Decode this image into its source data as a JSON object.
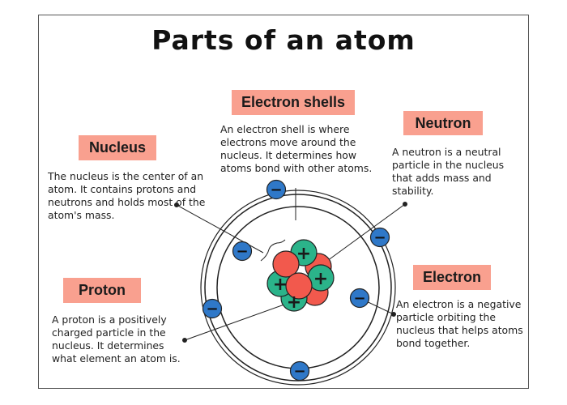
{
  "title": "Parts of an atom",
  "sections": {
    "electron_shells": {
      "label": "Electron shells",
      "description": "An electron shell is where electrons move around the nucleus. It determines how atoms bond with other atoms."
    },
    "neutron": {
      "label": "Neutron",
      "description": "A neutron is a neutral particle in the nucleus that adds mass and stability."
    },
    "nucleus": {
      "label": "Nucleus",
      "description": "The nucleus is the center of an atom. It contains protons and neutrons and holds most of the atom's mass."
    },
    "proton": {
      "label": "Proton",
      "description": "A proton is a positively charged particle in the nucleus. It determines what element an atom is."
    },
    "electron": {
      "label": "Electron",
      "description": "An electron is a negative particle orbiting the nucleus that helps atoms bond together."
    }
  },
  "symbols": {
    "plus": "+",
    "minus": "−"
  },
  "colors": {
    "label_bg": "#f9a08f",
    "proton": "#f2594d",
    "neutron": "#2bb38a",
    "electron": "#2f78c8",
    "line": "#222222"
  },
  "icons": [
    "atom-diagram",
    "electron-icon",
    "proton-icon",
    "neutron-icon"
  ]
}
